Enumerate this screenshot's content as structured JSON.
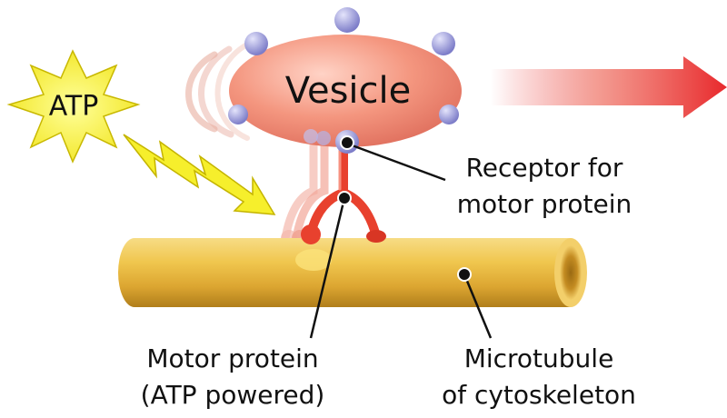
{
  "labels": {
    "vesicle": "Vesicle",
    "atp": "ATP",
    "receptor_line1": "Receptor for",
    "receptor_line2": "motor protein",
    "motor_line1": "Motor protein",
    "motor_line2": "(ATP powered)",
    "microtubule_line1": "Microtubule",
    "microtubule_line2": "of cytoskeleton"
  },
  "colors": {
    "vesicle": "#f08e7c",
    "receptor_bumps": "#9e9edb",
    "atp_burst": "#f4f02a",
    "lightning": "#f6ef2c",
    "motor_protein": "#e8412e",
    "microtubule": "#e8b83a",
    "arrow": "#e8282c"
  },
  "icons": {
    "atp": "starburst",
    "energy": "lightning-bolt",
    "direction": "right-arrow"
  }
}
